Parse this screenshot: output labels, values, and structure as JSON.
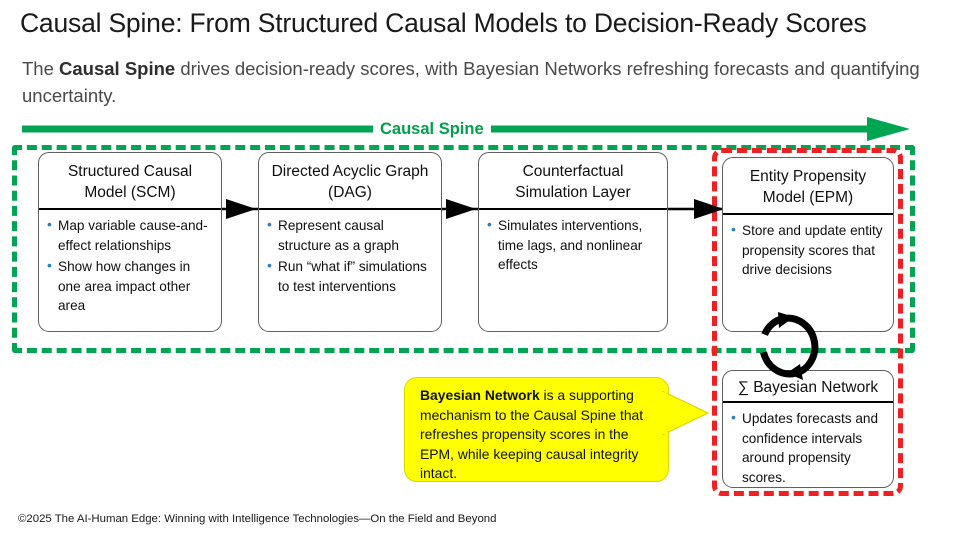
{
  "header": {
    "title": "Causal Spine: From Structured Causal Models to Decision-Ready Scores",
    "subtitle_pre": "The ",
    "subtitle_bold": "Causal Spine",
    "subtitle_post": " drives decision-ready scores, with Bayesian Networks refreshing forecasts and quantifying uncertainty."
  },
  "spine": {
    "label": "Causal Spine",
    "color": "#00a551"
  },
  "regions": {
    "green_dashed_color": "#00a551",
    "red_dashed_color": "#ef2022"
  },
  "boxes": [
    {
      "id": "box1",
      "title": "Structured Causal Model (SCM)",
      "bullets": [
        "Map variable cause-and-effect relationships",
        "Show how changes in one area impact other area"
      ]
    },
    {
      "id": "box2",
      "title": "Directed Acyclic Graph (DAG)",
      "bullets": [
        "Represent causal structure as a graph",
        "Run “what if” simulations to test interventions"
      ]
    },
    {
      "id": "box3",
      "title": "Counterfactual Simulation Layer",
      "bullets": [
        "Simulates interventions, time lags, and nonlinear effects"
      ]
    },
    {
      "id": "box4",
      "title": "Entity Propensity Model (EPM)",
      "bullets": [
        "Store and update entity propensity scores that drive decisions"
      ]
    },
    {
      "id": "box5",
      "title": "∑ Bayesian Network",
      "bullets": [
        "Updates forecasts and confidence intervals around propensity scores."
      ]
    }
  ],
  "callout": {
    "bold": "Bayesian Network",
    "text": " is a supporting mechanism to the Causal Spine that refreshes propensity scores in the EPM, while keeping causal integrity intact.",
    "fill": "#ffff00"
  },
  "icons": {
    "refresh": "circular-refresh-arrow",
    "arrow": "right-arrow"
  },
  "footer": {
    "text": "©2025 The AI-Human Edge: Winning with Intelligence Technologies—On the Field and Beyond"
  }
}
